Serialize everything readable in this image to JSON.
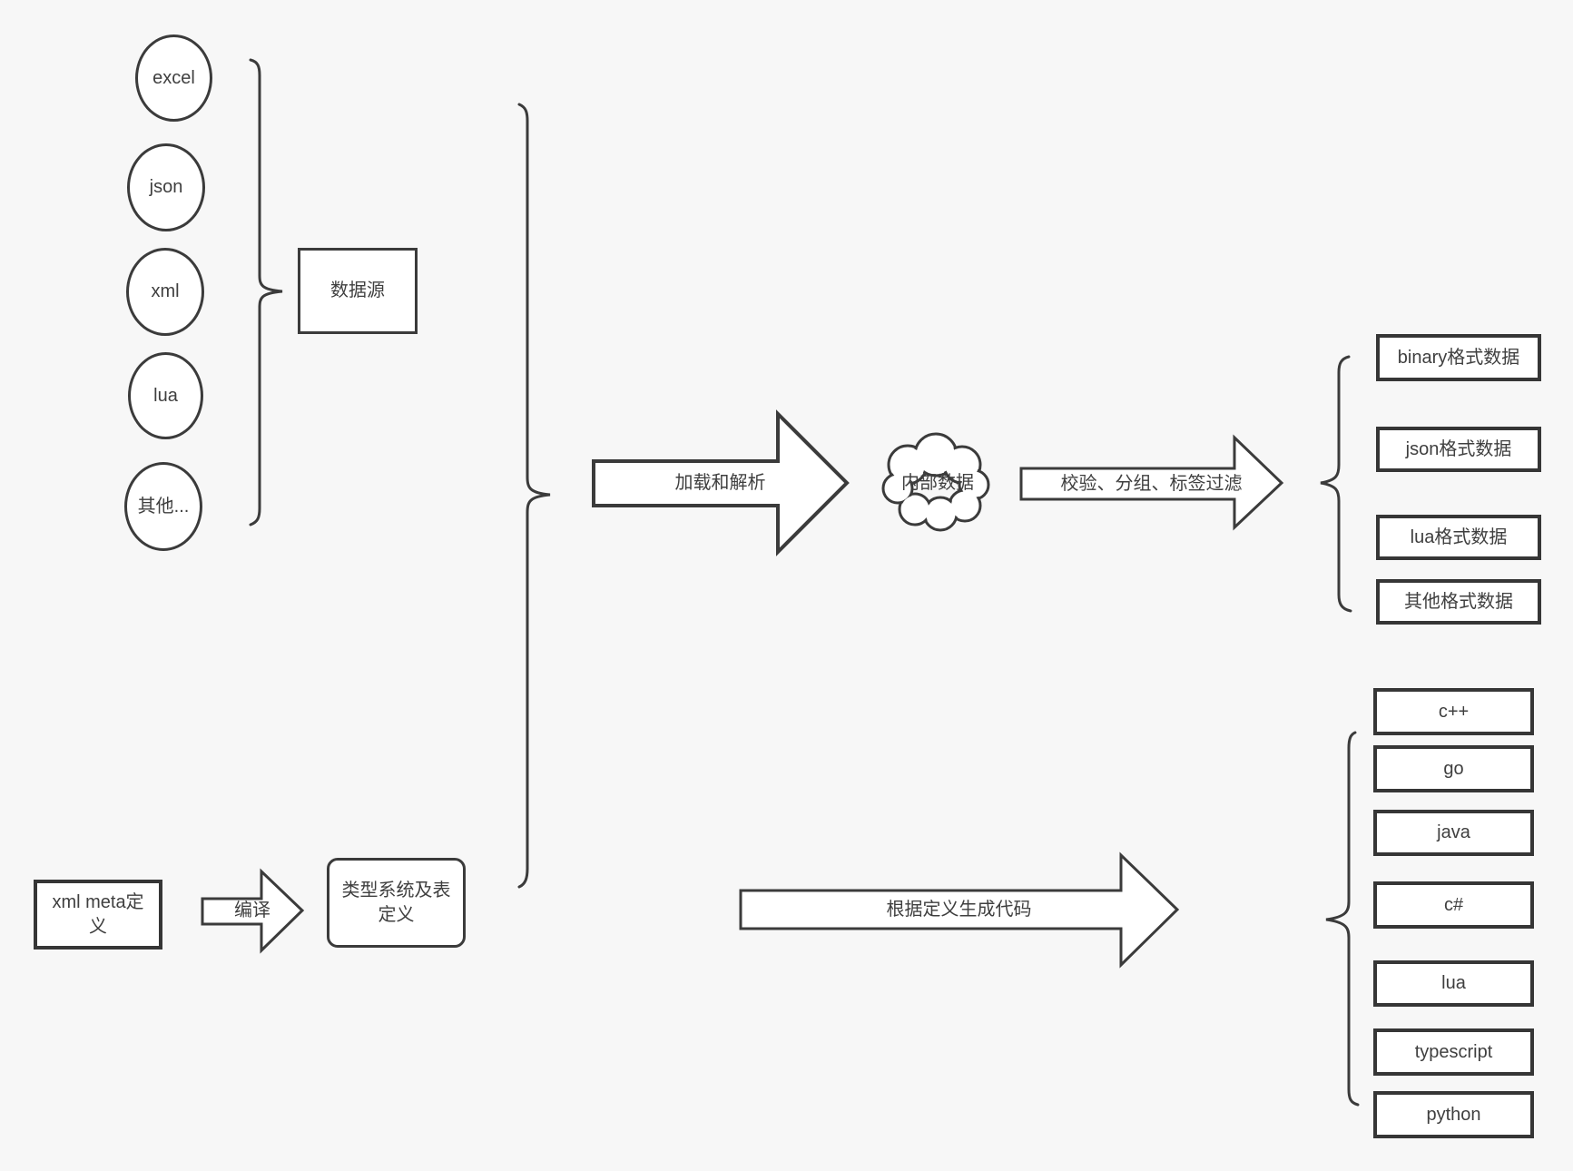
{
  "palette": {
    "background": "#f7f7f7",
    "shape_fill": "#ffffff",
    "stroke": "#3b3b3b",
    "text": "#3f3f3f"
  },
  "sources": {
    "ellipses": [
      {
        "label": "excel"
      },
      {
        "label": "json"
      },
      {
        "label": "xml"
      },
      {
        "label": "lua"
      },
      {
        "label": "其他..."
      }
    ],
    "group_box_label": "数据源"
  },
  "pipeline": {
    "load_arrow_label": "加载和解析",
    "cloud_label": "内部数据",
    "filter_arrow_label": "校验、分组、标签过滤",
    "outputs": [
      {
        "label": "binary格式数据"
      },
      {
        "label": "json格式数据"
      },
      {
        "label": "lua格式数据"
      },
      {
        "label": "其他格式数据"
      }
    ]
  },
  "definition": {
    "xml_meta_box_label": "xml meta定义",
    "compile_arrow_label": "编译",
    "type_system_box_label": "类型系统及表定义",
    "codegen_arrow_label": "根据定义生成代码",
    "languages": [
      {
        "label": "c++"
      },
      {
        "label": "go"
      },
      {
        "label": "java"
      },
      {
        "label": "c#"
      },
      {
        "label": "lua"
      },
      {
        "label": "typescript"
      },
      {
        "label": "python"
      }
    ]
  }
}
